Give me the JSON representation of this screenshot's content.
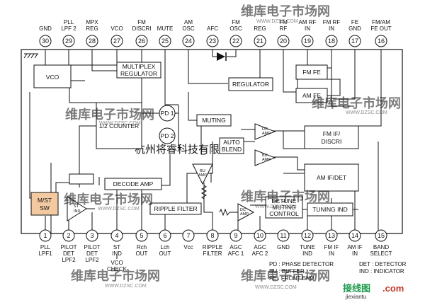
{
  "top_pins": [
    {
      "num": "30",
      "label": [
        "GND"
      ]
    },
    {
      "num": "29",
      "label": [
        "PLL",
        "LPF 2"
      ]
    },
    {
      "num": "28",
      "label": [
        "MPX",
        "REG"
      ]
    },
    {
      "num": "27",
      "label": [
        "VCO"
      ]
    },
    {
      "num": "26",
      "label": [
        "FM",
        "DISCRI"
      ]
    },
    {
      "num": "25",
      "label": [
        "MUTE"
      ]
    },
    {
      "num": "24",
      "label": [
        "AM",
        "OSC"
      ]
    },
    {
      "num": "23",
      "label": [
        "AFC"
      ]
    },
    {
      "num": "22",
      "label": [
        "FM",
        "OSC"
      ]
    },
    {
      "num": "21",
      "label": [
        "REG"
      ]
    },
    {
      "num": "20",
      "label": [
        "FM",
        "RF"
      ]
    },
    {
      "num": "19",
      "label": [
        "AM RF",
        "IN"
      ]
    },
    {
      "num": "18",
      "label": [
        "FM RF",
        "IN"
      ]
    },
    {
      "num": "17",
      "label": [
        "FE",
        "GND"
      ]
    },
    {
      "num": "16",
      "label": [
        "FM/AM",
        "FE OUT"
      ]
    }
  ],
  "bottom_pins": [
    {
      "num": "1",
      "label": [
        "PLL",
        "LPF1"
      ]
    },
    {
      "num": "2",
      "label": [
        "PILOT",
        "DET",
        "LPF2"
      ]
    },
    {
      "num": "3",
      "label": [
        "PILOT",
        "DET",
        "LPF2"
      ]
    },
    {
      "num": "4",
      "label": [
        "ST",
        "IND"
      ]
    },
    {
      "num": "5",
      "label": [
        "Rch",
        "OUT"
      ]
    },
    {
      "num": "6",
      "label": [
        "Lch",
        "OUT"
      ]
    },
    {
      "num": "7",
      "label": [
        "Vcc"
      ]
    },
    {
      "num": "8",
      "label": [
        "RIPPLE",
        "FILTER"
      ]
    },
    {
      "num": "9",
      "label": [
        "AGC",
        "AFC 1"
      ]
    },
    {
      "num": "10",
      "label": [
        "AGC",
        "AFC 2"
      ]
    },
    {
      "num": "11",
      "label": [
        "GND"
      ]
    },
    {
      "num": "12",
      "label": [
        "TUNE",
        "IND"
      ]
    },
    {
      "num": "13",
      "label": [
        "FM IF",
        "IN"
      ]
    },
    {
      "num": "14",
      "label": [
        "AM IF",
        "IN"
      ]
    },
    {
      "num": "15",
      "label": [
        "BAND",
        "SELECT"
      ]
    }
  ],
  "blocks": {
    "vco": "VCO",
    "multiplex_regulator": [
      "MULTIPLEX",
      "REGULATOR"
    ],
    "regulator": "REGULATOR",
    "fm_fe": "FM FE",
    "am_fe": "AM FE",
    "pd1": "PD 1",
    "pd2": "PD 2",
    "counter": "1/2 COUNTER",
    "muting": "MUTING",
    "auto_blend": [
      "AUTO",
      "BLEND"
    ],
    "fm_if": [
      "FM IF/",
      "DISCRI"
    ],
    "am_if": "AM IF/DET",
    "decode_amp": "DECODE AMP",
    "mst_sw": [
      "M/ST",
      "SW"
    ],
    "st_ind": [
      "ST",
      "IND"
    ],
    "ripple_filter": "RIPPLE FILTER",
    "detune": [
      "DETUNE",
      "MUTING",
      "CONTROL"
    ],
    "tuning_ind": "TUNING IND",
    "dc_amp": [
      "DC",
      "AMP"
    ],
    "bu_amp": [
      "BU",
      "AMP"
    ]
  },
  "vco_check": [
    "VCO",
    "CHECK"
  ],
  "legend": [
    "PD : PHASE DETECTOR",
    "BU : BUFFER",
    "FE : FRONT END"
  ],
  "legend_right": [
    "DET : DETECTOR",
    "IND : INDICATOR"
  ],
  "watermarks": {
    "brand": "维库电子市场网",
    "domain": "WWW.DZSC.COM",
    "company": "杭州将睿科技有限公司",
    "site_cn": "接线图",
    "site_en": ".com",
    "site_url": "jiexiantu"
  },
  "colors": {
    "line": "#111111",
    "watermark": "#e86a7a",
    "mst_fill": "#f2c9a0"
  }
}
